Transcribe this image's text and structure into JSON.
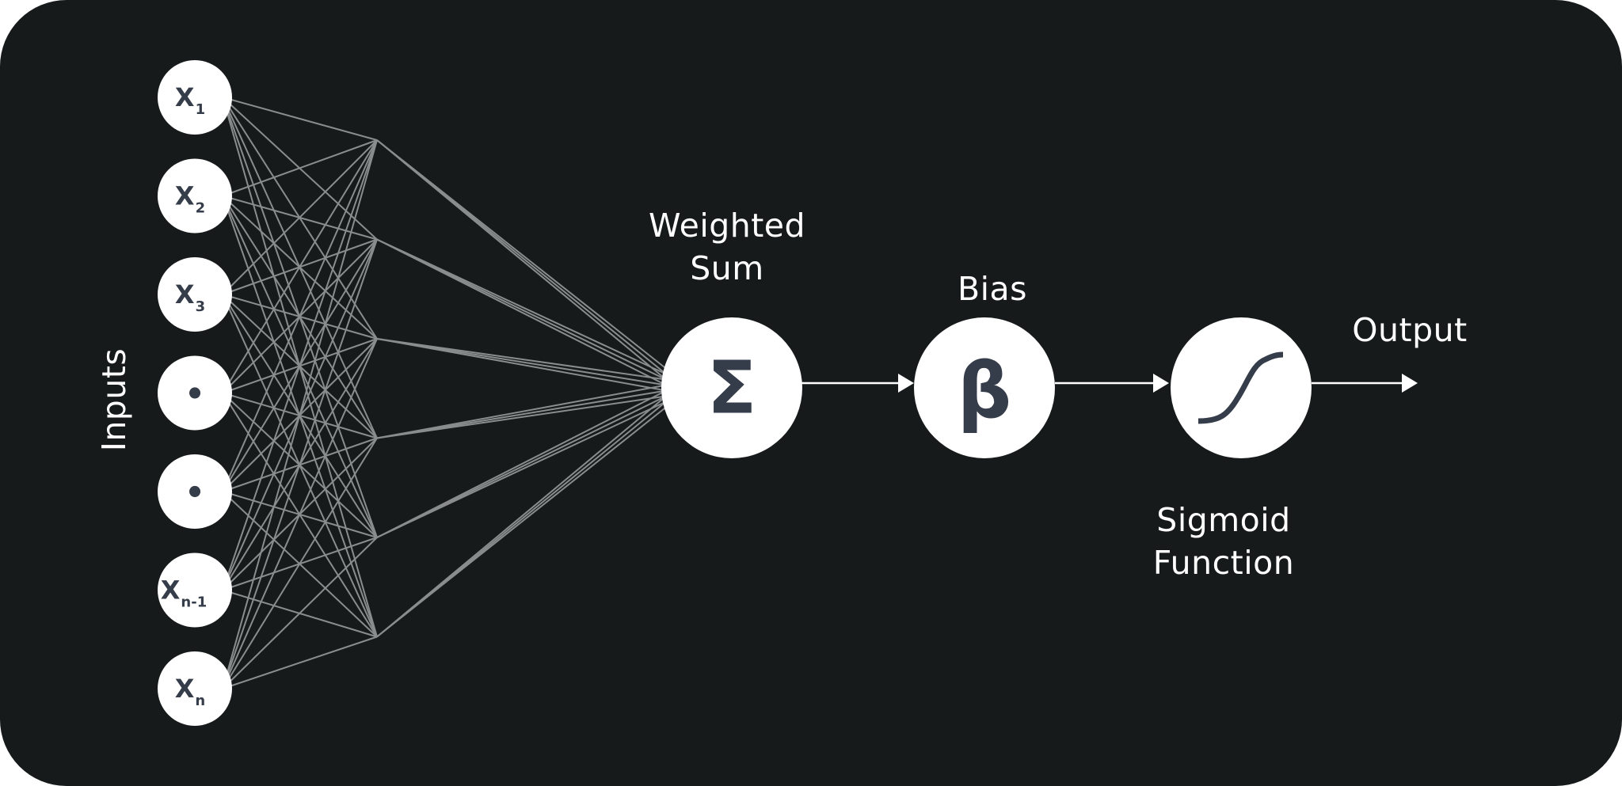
{
  "labels": {
    "inputs": "Inputs",
    "weighted_sum_line1": "Weighted",
    "weighted_sum_line2": "Sum",
    "bias": "Bias",
    "sigmoid_line1": "Sigmoid",
    "sigmoid_line2": "Function",
    "output": "Output"
  },
  "input_nodes": [
    {
      "main": "X",
      "sub": "1"
    },
    {
      "main": "X",
      "sub": "2"
    },
    {
      "main": "X",
      "sub": "3"
    },
    {
      "main": "•",
      "sub": ""
    },
    {
      "main": "•",
      "sub": ""
    },
    {
      "main": "X",
      "sub": "n-1"
    },
    {
      "main": "X",
      "sub": "n"
    }
  ],
  "operator_nodes": {
    "sum_symbol": "Σ",
    "bias_symbol": "β"
  },
  "colors": {
    "background": "#161a1a",
    "node_fill": "#ffffff",
    "node_text": "#363d4a",
    "connection": "#8a8d8d",
    "arrow": "#ffffff"
  },
  "icons": {
    "sigmoid": "sigmoid-curve-icon"
  }
}
